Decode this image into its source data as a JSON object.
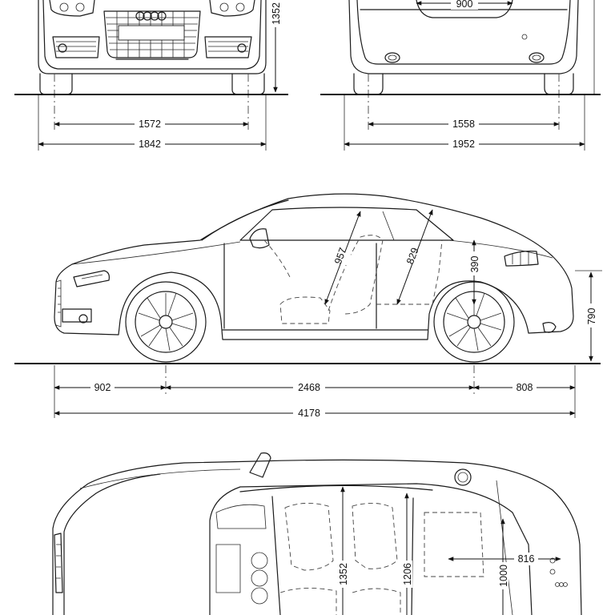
{
  "front_view": {
    "height": "1352",
    "track": "1572",
    "width": "1842"
  },
  "rear_view": {
    "trunk_width": "900",
    "track": "1558",
    "width": "1952"
  },
  "side_view": {
    "front_overhang": "902",
    "wheelbase": "2468",
    "rear_overhang": "808",
    "length": "4178",
    "front_headroom": "957",
    "rear_headroom": "829",
    "rear_seat_height": "390",
    "trunk_height": "790"
  },
  "top_view": {
    "front_shoulder": "1352",
    "rear_shoulder": "1206",
    "trunk_width": "1000",
    "trunk_depth": "816"
  }
}
